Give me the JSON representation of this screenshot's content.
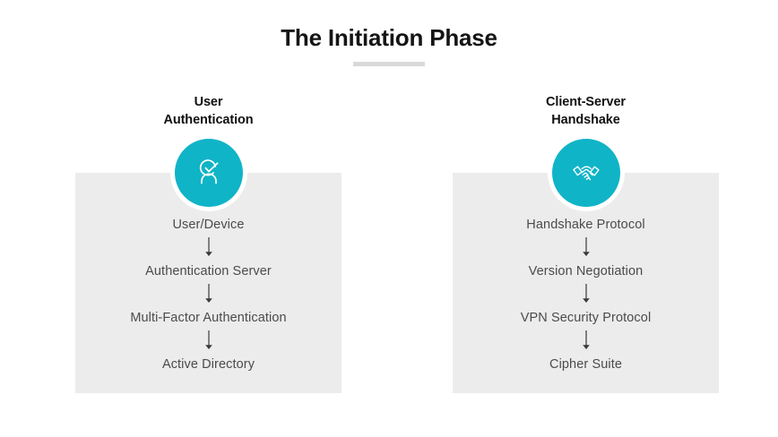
{
  "header": {
    "title": "The Initiation Phase",
    "rule_color": "#d9d9d9"
  },
  "theme": {
    "accent": "#10b4c7",
    "panel_bg": "#ececec",
    "title_color": "#151515",
    "step_text_color": "#4b4b4b",
    "page_bg": "#ffffff"
  },
  "columns": [
    {
      "heading": "User\nAuthentication",
      "icon": "user-check-icon",
      "steps": [
        "User/Device",
        "Authentication Server",
        "Multi-Factor Authentication",
        "Active Directory"
      ]
    },
    {
      "heading": "Client-Server\nHandshake",
      "icon": "handshake-icon",
      "steps": [
        "Handshake Protocol",
        "Version Negotiation",
        "VPN Security Protocol",
        "Cipher Suite"
      ]
    }
  ]
}
